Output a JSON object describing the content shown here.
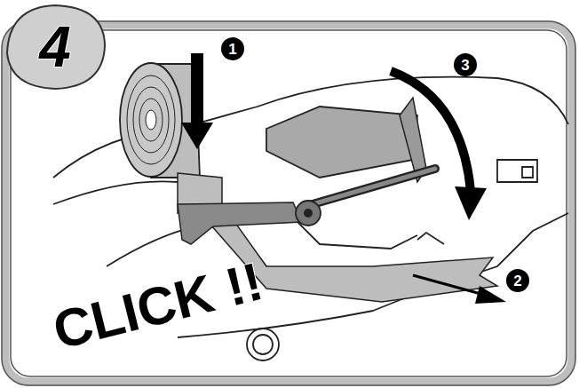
{
  "diagram": {
    "labels": [
      "4",
      "1",
      "3",
      "2",
      "CLICK !!"
    ]
  }
}
